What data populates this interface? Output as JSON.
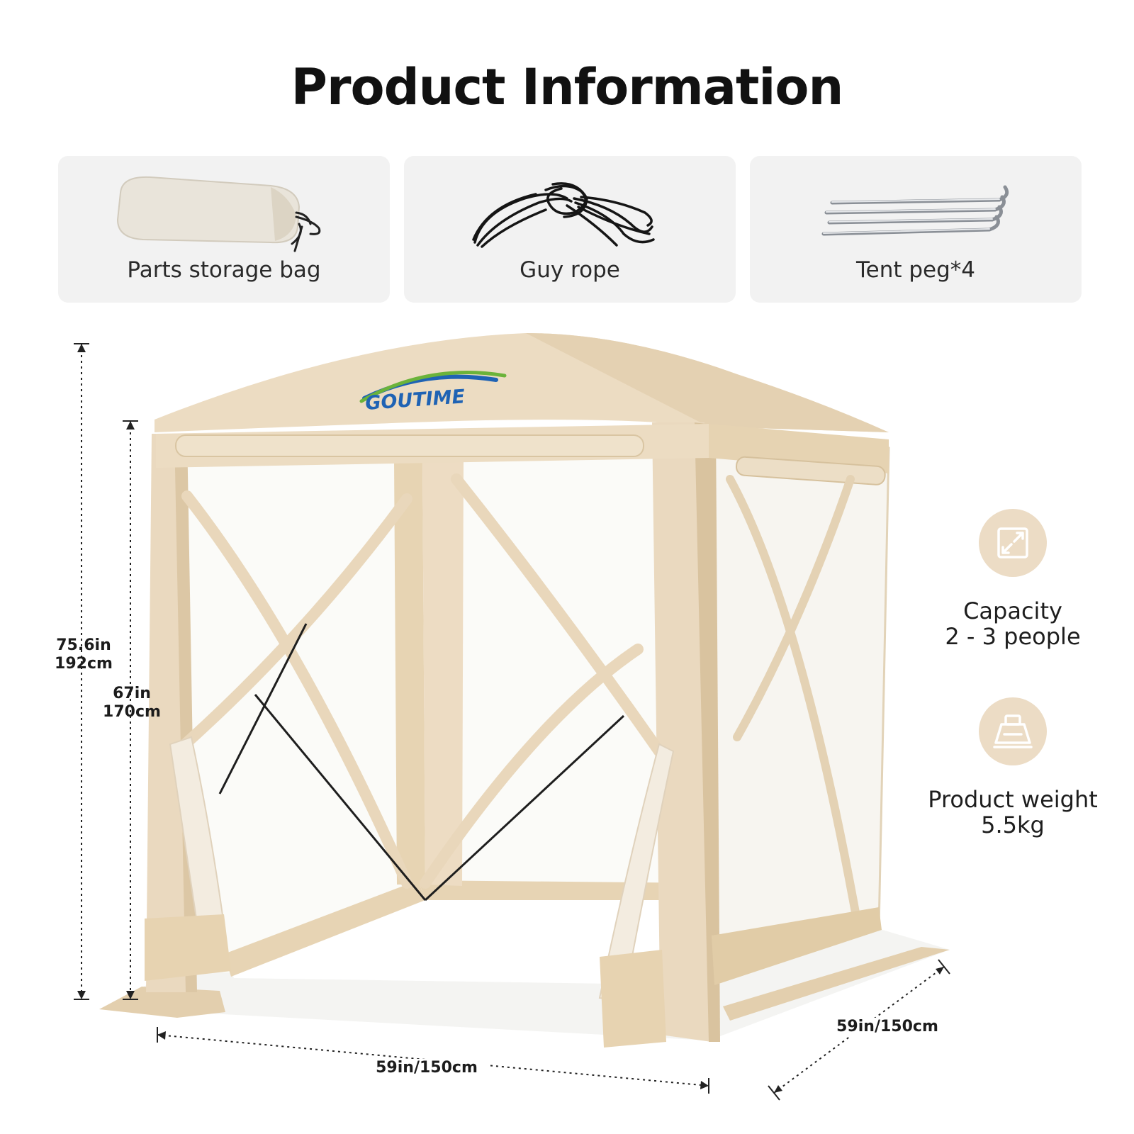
{
  "title": "Product Information",
  "accessories": [
    {
      "label": "Parts storage bag",
      "icon": "storage-bag-icon"
    },
    {
      "label": "Guy rope",
      "icon": "guy-rope-icon"
    },
    {
      "label": "Tent peg*4",
      "icon": "tent-peg-icon"
    }
  ],
  "brand": "GOUTIME",
  "dimensions": {
    "total_height": [
      "75.6in",
      "192cm"
    ],
    "side_height": [
      "67in",
      "170cm"
    ],
    "front_width": "59in/150cm",
    "side_depth": "59in/150cm"
  },
  "features": [
    {
      "icon": "expand-arrows-icon",
      "label": "Capacity",
      "value": "2 - 3 people"
    },
    {
      "icon": "weight-icon",
      "label": "Product weight",
      "value": "5.5kg"
    }
  ],
  "colors": {
    "fabric": "#ead9bf",
    "fabric_shadow": "#d8c4a3",
    "card_bg": "#f2f2f2",
    "icon_circle": "#ecdcc5",
    "brand_green": "#6bb33a",
    "brand_blue": "#1f63b4"
  }
}
